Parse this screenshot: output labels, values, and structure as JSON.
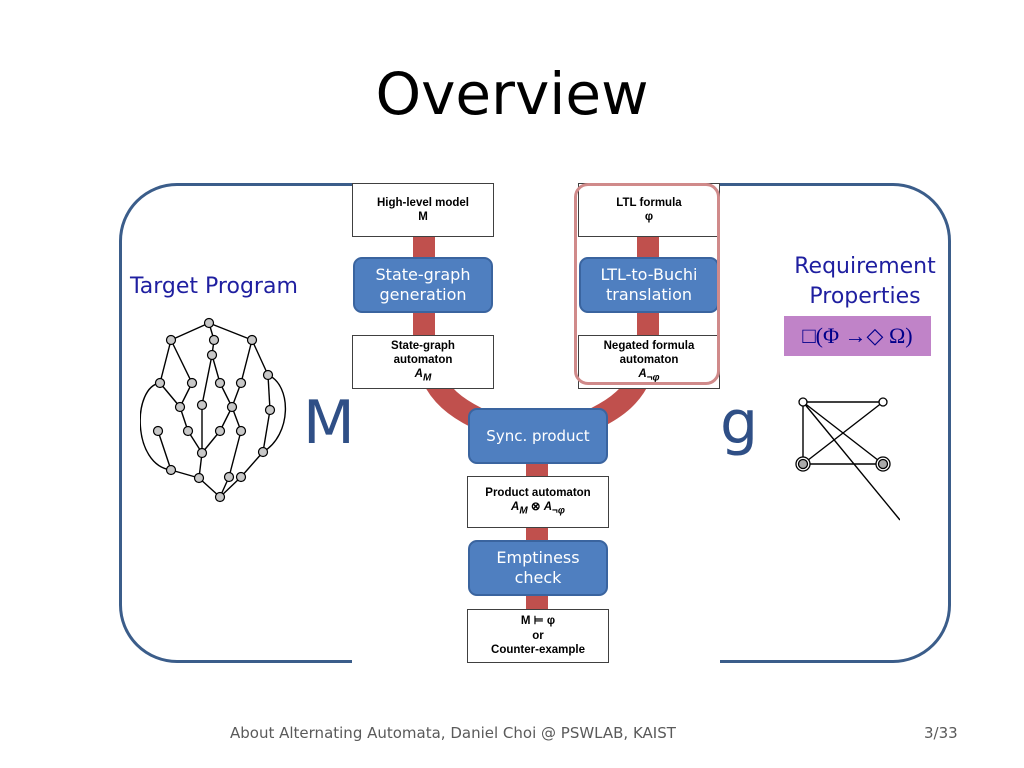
{
  "slide": {
    "title": "Overview"
  },
  "background_text": {
    "left_part": "M",
    "right_part": "ng"
  },
  "left": {
    "label": "Target Program"
  },
  "right": {
    "label_line1": "Requirement",
    "label_line2": "Properties",
    "formula": "□(Φ →◇ Ω)"
  },
  "flow": {
    "high_level_model": {
      "line1": "High-level model",
      "line2": "M"
    },
    "state_graph_generation": {
      "line1": "State-graph",
      "line2": "generation"
    },
    "state_graph_automaton": {
      "line1": "State-graph",
      "line2": "automaton",
      "line3": "A",
      "sub": "M"
    },
    "ltl_formula": {
      "line1": "LTL formula",
      "line2": "φ"
    },
    "ltl_to_buchi": {
      "line1": "LTL-to-Buchi",
      "line2": "translation"
    },
    "negated_formula_automaton": {
      "line1": "Negated formula",
      "line2": "automaton",
      "line3": "A",
      "sub": "¬φ"
    },
    "sync_product": {
      "label": "Sync. product"
    },
    "product_automaton": {
      "line1": "Product automaton",
      "line2": "A",
      "sub1": "M",
      "op": " ⊗ ",
      "line2b": "A",
      "sub2": "¬φ"
    },
    "emptiness_check": {
      "line1": "Emptiness",
      "line2": "check"
    },
    "result": {
      "line1": "M ⊨ φ",
      "line2": "or",
      "line3": "Counter-example"
    }
  },
  "footer": {
    "left": "About Alternating Automata, Daniel Choi @ PSWLAB, KAIST",
    "right": "3/33"
  },
  "colors": {
    "frame": "#3b5d8a",
    "pill": "#4f7fc0",
    "pipe": "#c0504d",
    "highlight": "#d08a8a",
    "formula_bg": "#c083c8",
    "label_blue": "#1f1fa0"
  }
}
